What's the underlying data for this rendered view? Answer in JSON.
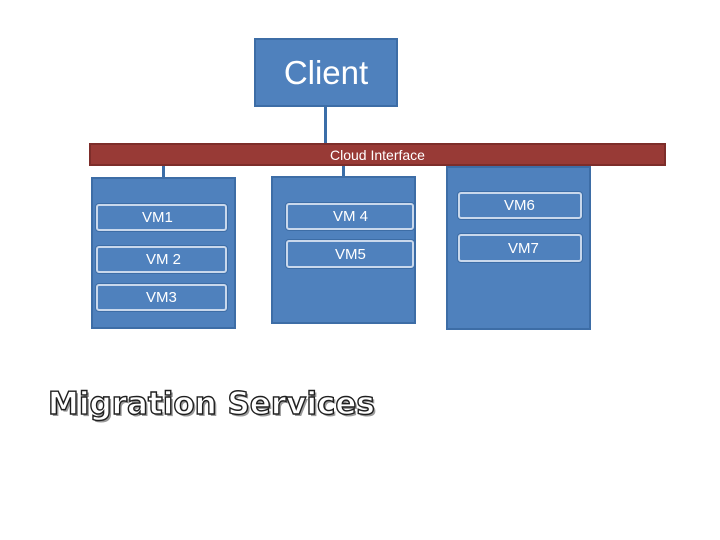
{
  "diagram": {
    "client_label": "Client",
    "interface_label": "Cloud Interface",
    "hosts": [
      {
        "vms": [
          "VM1",
          "VM 2",
          "VM3"
        ]
      },
      {
        "vms": [
          "VM 4",
          "VM5"
        ]
      },
      {
        "vms": [
          "VM6",
          "VM7"
        ]
      }
    ],
    "title": "Migration Services"
  },
  "colors": {
    "box_blue": "#4f81bd",
    "interface_red": "#983a36",
    "text_white": "#ffffff"
  }
}
